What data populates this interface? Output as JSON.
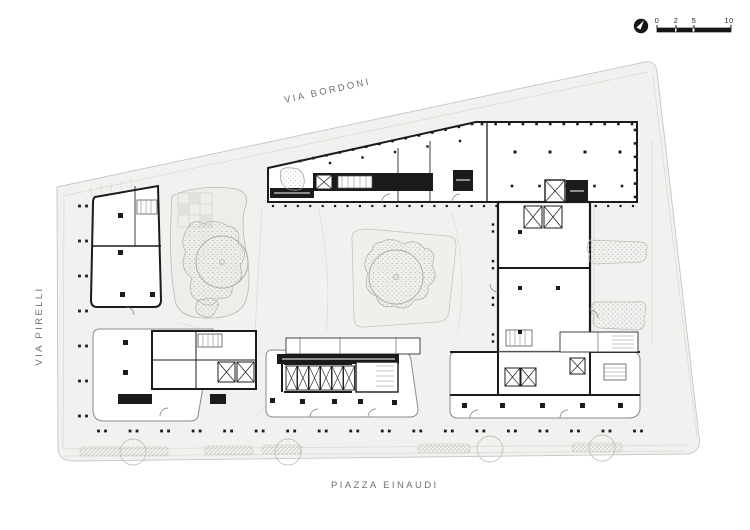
{
  "drawing": {
    "type_note": "architectural ground floor site plan",
    "labels": {
      "street_top": "VIA BORDONI",
      "street_left": "VIA PIRELLI",
      "plaza_bottom": "PIAZZA EINAUDI"
    },
    "scale_bar": {
      "ticks": [
        "0",
        "2",
        "5",
        "10"
      ]
    },
    "colors": {
      "background": "#ffffff",
      "site_fill": "#f1f1ef",
      "light_line": "#d5d5d1",
      "wall": "#1b1b1b",
      "text": "#6f6f6c"
    }
  }
}
